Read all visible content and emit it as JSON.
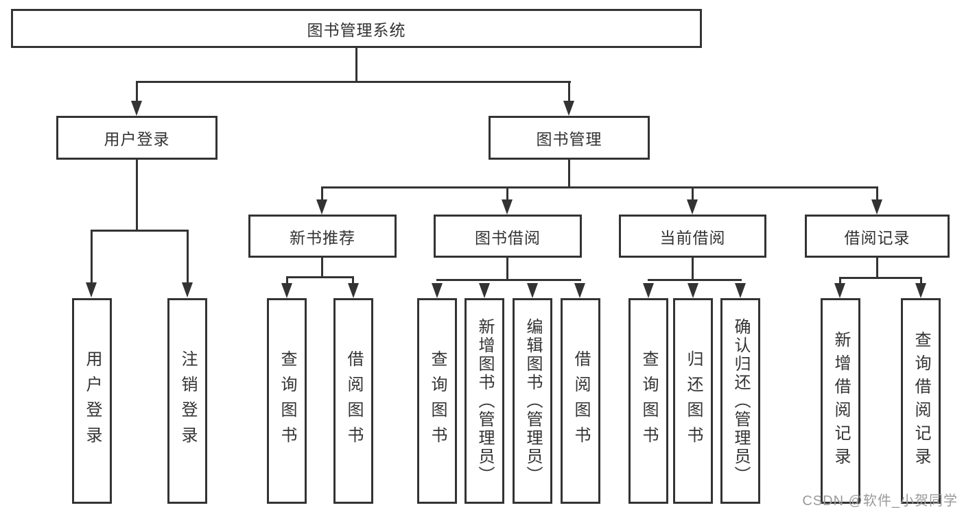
{
  "diagram": {
    "root": {
      "label": "图书管理系统"
    },
    "level2": {
      "user_login": {
        "label": "用户登录"
      },
      "book_management": {
        "label": "图书管理"
      }
    },
    "level3": {
      "new_book_recommend": {
        "label": "新书推荐"
      },
      "book_borrow": {
        "label": "图书借阅"
      },
      "current_borrow": {
        "label": "当前借阅"
      },
      "borrow_records": {
        "label": "借阅记录"
      }
    },
    "leaves": {
      "user_login": [
        {
          "label": "用户登录"
        },
        {
          "label": "注销登录"
        }
      ],
      "new_book_recommend": [
        {
          "label": "查询图书"
        },
        {
          "label": "借阅图书"
        }
      ],
      "book_borrow": [
        {
          "label": "查询图书"
        },
        {
          "label": "新增图书（管理员）"
        },
        {
          "label": "编辑图书（管理员）"
        },
        {
          "label": "借阅图书"
        }
      ],
      "current_borrow": [
        {
          "label": "查询图书"
        },
        {
          "label": "归还图书"
        },
        {
          "label": "确认归还（管理员）"
        }
      ],
      "borrow_records": [
        {
          "label": "新增借阅记录"
        },
        {
          "label": "查询借阅记录"
        }
      ]
    },
    "watermark": "CSDN @软件_小贺同学",
    "colors": {
      "line": "#333333",
      "text": "#333333",
      "watermark": "#9a9a9a",
      "background": "#ffffff"
    }
  }
}
